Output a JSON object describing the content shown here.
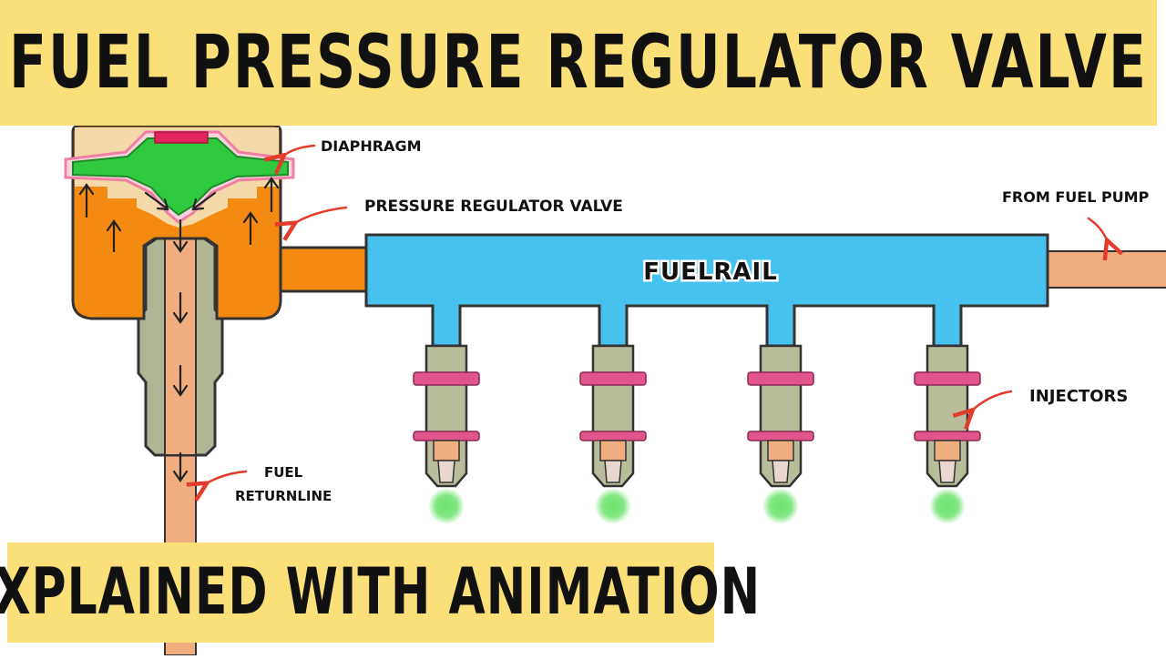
{
  "title": "FUEL PRESSURE REGULATOR VALVE",
  "subtitle": "EXPLAINED WITH ANIMATION",
  "labels": {
    "diaphragm": "DIAPHRAGM",
    "pressure_regulator_valve": "PRESSURE REGULATOR VALVE",
    "from_fuel_pump": "FROM FUEL PUMP",
    "fuel_rail": "FUELRAIL",
    "injectors": "INJECTORS",
    "fuel_return_line_1": "FUEL",
    "fuel_return_line_2": "RETURNLINE"
  },
  "injector_count": 4,
  "colors": {
    "banner": "#fbe07a",
    "regulator_body": "#f58a12",
    "diaphragm": "#2fc940",
    "diaphragm_cap": "#e0245e",
    "fuel_rail": "#47c1ee",
    "fuel_line": "#f0ad80",
    "injector_body": "#b9bd9a",
    "injector_ring": "#e0558c",
    "spray": "#6ee36e",
    "pointer_arrow": "#e23c2c"
  },
  "icons": {
    "flow_arrow": "arrow-icon",
    "pointer": "curved-arrow-icon"
  }
}
